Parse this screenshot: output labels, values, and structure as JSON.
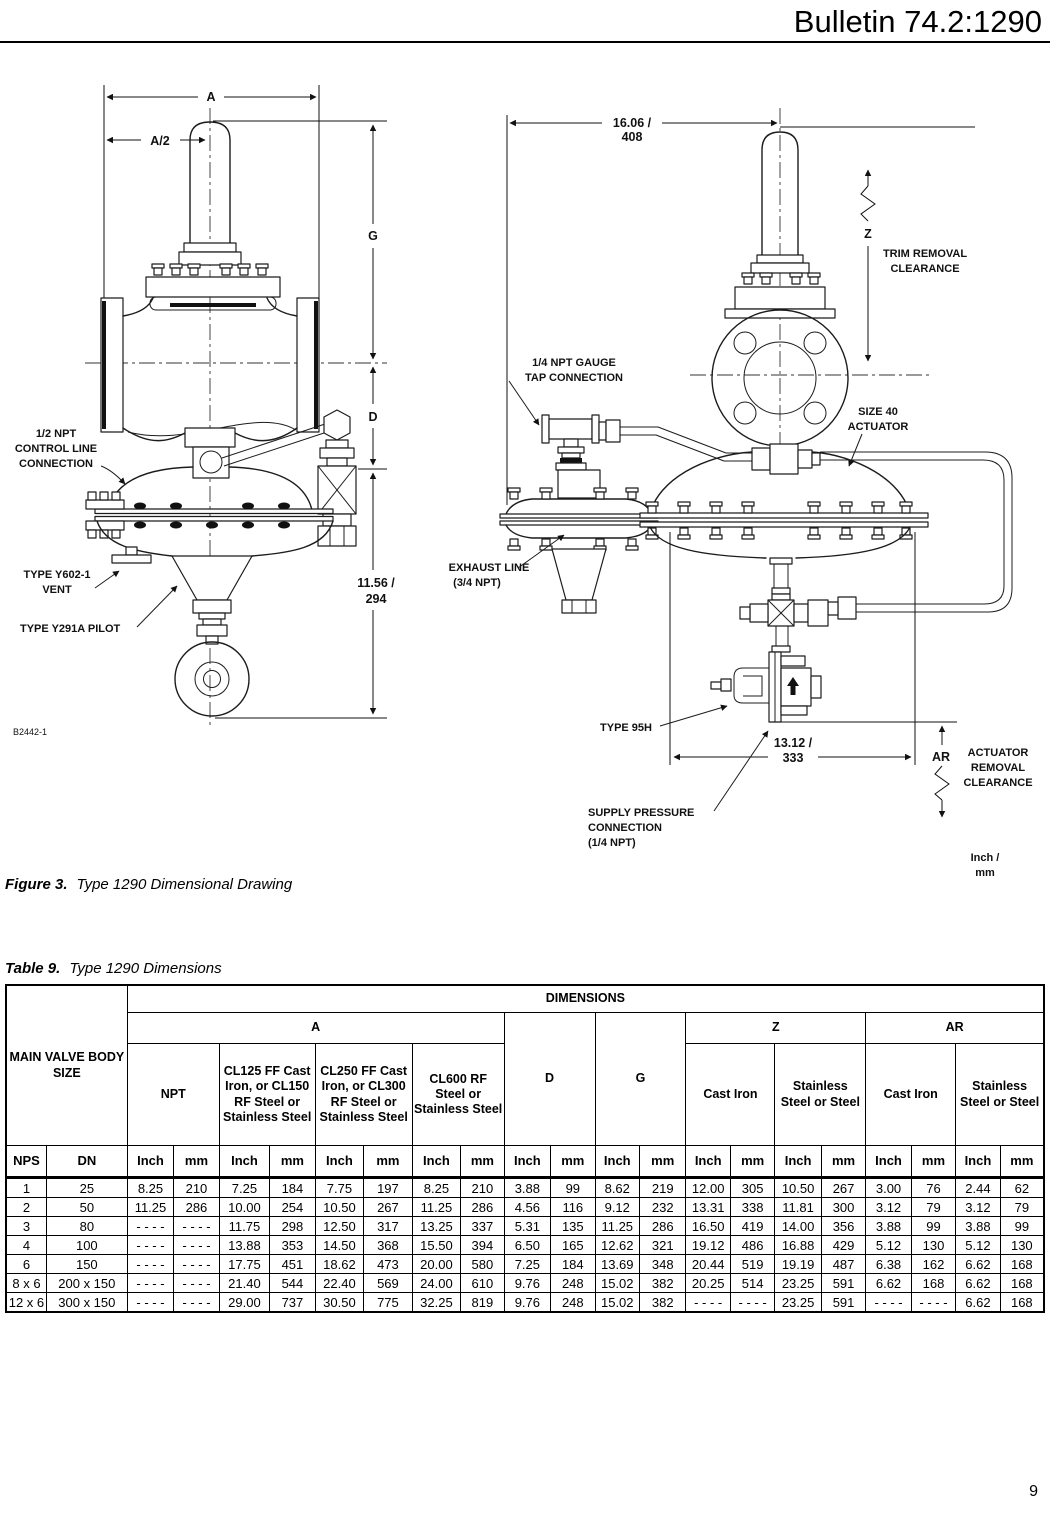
{
  "page": {
    "title": "Bulletin 74.2:1290",
    "number": "9"
  },
  "figure": {
    "caption": {
      "label": "Figure 3.",
      "text": "Type 1290 Dimensional Drawing"
    },
    "left_view": {
      "drawing_number": "B2442-1",
      "dims": {
        "a": "A",
        "a_half": "A/2",
        "g": "G",
        "d": "D",
        "height": [
          "11.56 /",
          "294"
        ]
      },
      "labels": {
        "control_line": [
          "1/2 NPT",
          "CONTROL LINE",
          "CONNECTION"
        ],
        "vent": [
          "TYPE Y602-1",
          "VENT"
        ],
        "pilot": "TYPE Y291A PILOT"
      }
    },
    "right_view": {
      "dims": {
        "width": [
          "16.06 /",
          "408"
        ],
        "z": "Z",
        "span": [
          "13.12 /",
          "333"
        ],
        "ar": "AR"
      },
      "labels": {
        "trim_clearance": [
          "TRIM REMOVAL",
          "CLEARANCE"
        ],
        "gauge_tap": [
          "1/4 NPT GAUGE",
          "TAP CONNECTION"
        ],
        "size40": [
          "SIZE 40",
          "ACTUATOR"
        ],
        "exhaust": [
          "EXHAUST LINE",
          "(3/4 NPT)"
        ],
        "type95h": "TYPE 95H",
        "actuator_clearance": [
          "ACTUATOR",
          "REMOVAL",
          "CLEARANCE"
        ],
        "supply": [
          "SUPPLY PRESSURE",
          "CONNECTION",
          "(1/4 NPT)"
        ],
        "units": [
          "Inch /",
          "mm"
        ]
      }
    }
  },
  "table": {
    "caption": {
      "label": "Table 9.",
      "text": "Type 1290 Dimensions"
    },
    "headers": {
      "main_valve_body_size": "MAIN VALVE BODY SIZE",
      "dimensions": "DIMENSIONS",
      "a": "A",
      "d": "D",
      "g": "G",
      "z": "Z",
      "ar": "AR",
      "npt": "NPT",
      "cl125": "CL125 FF Cast Iron, or CL150 RF Steel or Stainless Steel",
      "cl250": "CL250 FF Cast Iron, or CL300 RF Steel or Stainless Steel",
      "cl600": "CL600 RF Steel or Stainless Steel",
      "cast_iron": "Cast Iron",
      "stainless": "Stainless Steel or Steel",
      "nps": "NPS",
      "dn": "DN",
      "inch": "Inch",
      "mm": "mm"
    },
    "rows": [
      [
        "1",
        "25",
        "8.25",
        "210",
        "7.25",
        "184",
        "7.75",
        "197",
        "8.25",
        "210",
        "3.88",
        "99",
        "8.62",
        "219",
        "12.00",
        "305",
        "10.50",
        "267",
        "3.00",
        "76",
        "2.44",
        "62"
      ],
      [
        "2",
        "50",
        "11.25",
        "286",
        "10.00",
        "254",
        "10.50",
        "267",
        "11.25",
        "286",
        "4.56",
        "116",
        "9.12",
        "232",
        "13.31",
        "338",
        "11.81",
        "300",
        "3.12",
        "79",
        "3.12",
        "79"
      ],
      [
        "3",
        "80",
        "- - - -",
        "- - - -",
        "11.75",
        "298",
        "12.50",
        "317",
        "13.25",
        "337",
        "5.31",
        "135",
        "11.25",
        "286",
        "16.50",
        "419",
        "14.00",
        "356",
        "3.88",
        "99",
        "3.88",
        "99"
      ],
      [
        "4",
        "100",
        "- - - -",
        "- - - -",
        "13.88",
        "353",
        "14.50",
        "368",
        "15.50",
        "394",
        "6.50",
        "165",
        "12.62",
        "321",
        "19.12",
        "486",
        "16.88",
        "429",
        "5.12",
        "130",
        "5.12",
        "130"
      ],
      [
        "6",
        "150",
        "- - - -",
        "- - - -",
        "17.75",
        "451",
        "18.62",
        "473",
        "20.00",
        "580",
        "7.25",
        "184",
        "13.69",
        "348",
        "20.44",
        "519",
        "19.19",
        "487",
        "6.38",
        "162",
        "6.62",
        "168"
      ],
      [
        "8 x 6",
        "200 x 150",
        "- - - -",
        "- - - -",
        "21.40",
        "544",
        "22.40",
        "569",
        "24.00",
        "610",
        "9.76",
        "248",
        "15.02",
        "382",
        "20.25",
        "514",
        "23.25",
        "591",
        "6.62",
        "168",
        "6.62",
        "168"
      ],
      [
        "12 x 6",
        "300 x 150",
        "- - - -",
        "- - - -",
        "29.00",
        "737",
        "30.50",
        "775",
        "32.25",
        "819",
        "9.76",
        "248",
        "15.02",
        "382",
        "- - - -",
        "- - - -",
        "23.25",
        "591",
        "- - - -",
        "- - - -",
        "6.62",
        "168"
      ]
    ]
  }
}
